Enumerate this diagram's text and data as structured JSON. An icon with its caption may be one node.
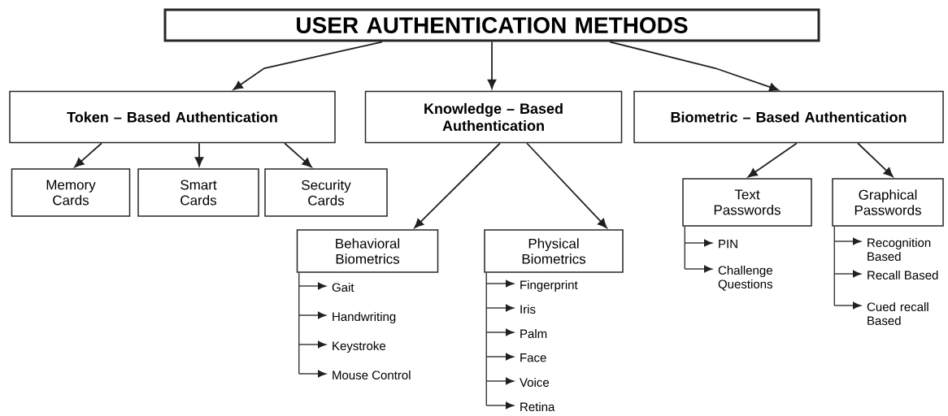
{
  "diagram": {
    "nodes": [
      {
        "text": [
          "USER AUTHENTICATION METHODS"
        ]
      },
      {
        "text": [
          "Token – Based Authentication"
        ]
      },
      {
        "text": [
          "Knowledge – Based Authentication"
        ]
      },
      {
        "text": [
          "Biometric – Based Authentication"
        ]
      },
      {
        "text": [
          "Memory Cards"
        ]
      },
      {
        "text": [
          "Smart Cards"
        ]
      },
      {
        "text": [
          "Security Cards"
        ]
      },
      {
        "text": [
          "Behavioral Biometrics"
        ]
      },
      {
        "text": [
          "Physical Biometrics"
        ]
      },
      {
        "text": [
          "Text Passwords"
        ]
      },
      {
        "text": [
          "Graphical Passwords"
        ]
      },
      {
        "text": [
          "Gait"
        ]
      },
      {
        "text": [
          "Handwriting"
        ]
      },
      {
        "text": [
          "Keystroke"
        ]
      },
      {
        "text": [
          "Mouse Control"
        ]
      },
      {
        "text": [
          "Fingerprint"
        ]
      },
      {
        "text": [
          "Iris"
        ]
      },
      {
        "text": [
          "Palm"
        ]
      },
      {
        "text": [
          "Face"
        ]
      },
      {
        "text": [
          "Voice"
        ]
      },
      {
        "text": [
          "Retina"
        ]
      },
      {
        "text": [
          "PIN"
        ]
      },
      {
        "text": [
          "Challenge Questions"
        ]
      },
      {
        "text": [
          "Recognition Based"
        ]
      },
      {
        "text": [
          "Recall Based"
        ]
      },
      {
        "text": [
          "Cued recall Based"
        ]
      }
    ],
    "edges": [
      {
        "from": 0,
        "to": 1,
        "arrow": "to"
      },
      {
        "from": 0,
        "to": 2,
        "arrow": "to"
      },
      {
        "from": 0,
        "to": 3,
        "arrow": "to"
      },
      {
        "from": 1,
        "to": 4,
        "arrow": "to"
      },
      {
        "from": 1,
        "to": 5,
        "arrow": "to"
      },
      {
        "from": 1,
        "to": 6,
        "arrow": "to"
      },
      {
        "from": 2,
        "to": 7,
        "arrow": "to"
      },
      {
        "from": 2,
        "to": 8,
        "arrow": "to"
      },
      {
        "from": 3,
        "to": 9,
        "arrow": "to"
      },
      {
        "from": 3,
        "to": 10,
        "arrow": "to"
      },
      {
        "from": 7,
        "to": 11,
        "arrow": "to"
      },
      {
        "from": 7,
        "to": 12,
        "arrow": "to"
      },
      {
        "from": 7,
        "to": 13,
        "arrow": "to"
      },
      {
        "from": 7,
        "to": 14,
        "arrow": "to"
      },
      {
        "from": 8,
        "to": 15,
        "arrow": "to"
      },
      {
        "from": 8,
        "to": 16,
        "arrow": "to"
      },
      {
        "from": 8,
        "to": 17,
        "arrow": "to"
      },
      {
        "from": 8,
        "to": 18,
        "arrow": "to"
      },
      {
        "from": 8,
        "to": 19,
        "arrow": "to"
      },
      {
        "from": 8,
        "to": 20,
        "arrow": "to"
      },
      {
        "from": 9,
        "to": 21,
        "arrow": "to"
      },
      {
        "from": 9,
        "to": 22,
        "arrow": "to"
      },
      {
        "from": 10,
        "to": 23,
        "arrow": "to"
      },
      {
        "from": 10,
        "to": 24,
        "arrow": "to"
      },
      {
        "from": 10,
        "to": 25,
        "arrow": "to"
      }
    ]
  }
}
